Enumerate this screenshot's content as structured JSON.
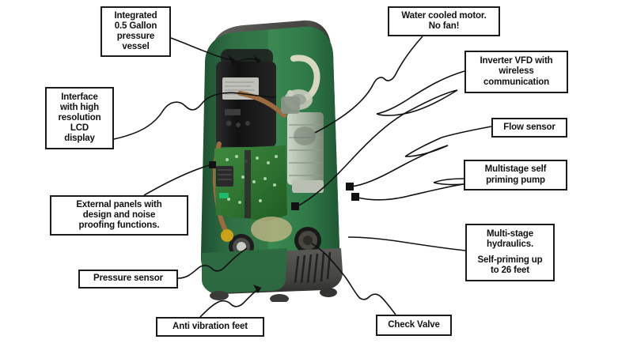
{
  "diagram": {
    "title": "Annotated cutaway of a variable-speed booster pump",
    "background_color": "#ffffff",
    "label_border_color": "#1b1b1b",
    "label_text_color": "#111111",
    "leader_line_color": "#111111"
  },
  "product": {
    "name": "booster-pump-cutaway",
    "shell_color": "#2e6b43",
    "shell_translucent_color": "#3f8f57",
    "top_cap_color": "#4a4a48",
    "base_color": "#4f4f4d",
    "motor_color": "#1a1a1a",
    "pcb_color": "#2e6b2e",
    "copper_tube_color": "#9a6b3f",
    "hydraulics_color": "#c9cfc2"
  },
  "callouts": [
    {
      "id": "vessel",
      "name": "callout-integrated-pressure-vessel",
      "lines": [
        "Integrated",
        "0.5 Gallon",
        "pressure",
        "vessel"
      ]
    },
    {
      "id": "interface",
      "name": "callout-interface-lcd-display",
      "lines": [
        "Interface",
        "with high",
        "resolution",
        "LCD",
        "display"
      ]
    },
    {
      "id": "panels",
      "name": "callout-external-panels",
      "lines": [
        "External panels with",
        "design and noise",
        "proofing functions."
      ]
    },
    {
      "id": "pressure_sensor",
      "name": "callout-pressure-sensor",
      "lines": [
        "Pressure sensor"
      ]
    },
    {
      "id": "feet",
      "name": "callout-anti-vibration-feet",
      "lines": [
        "Anti vibration feet"
      ]
    },
    {
      "id": "motor",
      "name": "callout-water-cooled-motor",
      "lines": [
        "Water cooled motor.",
        "No fan!"
      ]
    },
    {
      "id": "vfd",
      "name": "callout-inverter-vfd",
      "lines": [
        "Inverter VFD with",
        "wireless",
        "communication"
      ]
    },
    {
      "id": "flow_sensor",
      "name": "callout-flow-sensor",
      "lines": [
        "Flow sensor"
      ]
    },
    {
      "id": "pump",
      "name": "callout-multistage-self-priming-pump",
      "lines": [
        "Multistage self",
        "priming pump"
      ]
    },
    {
      "id": "hydraulics",
      "name": "callout-multistage-hydraulics",
      "lines_top": [
        "Multi-stage",
        "hydraulics."
      ],
      "lines_bottom": [
        "Self-priming up",
        "to 26 feet"
      ]
    },
    {
      "id": "check_valve",
      "name": "callout-check-valve",
      "lines": [
        "Check Valve"
      ]
    }
  ]
}
